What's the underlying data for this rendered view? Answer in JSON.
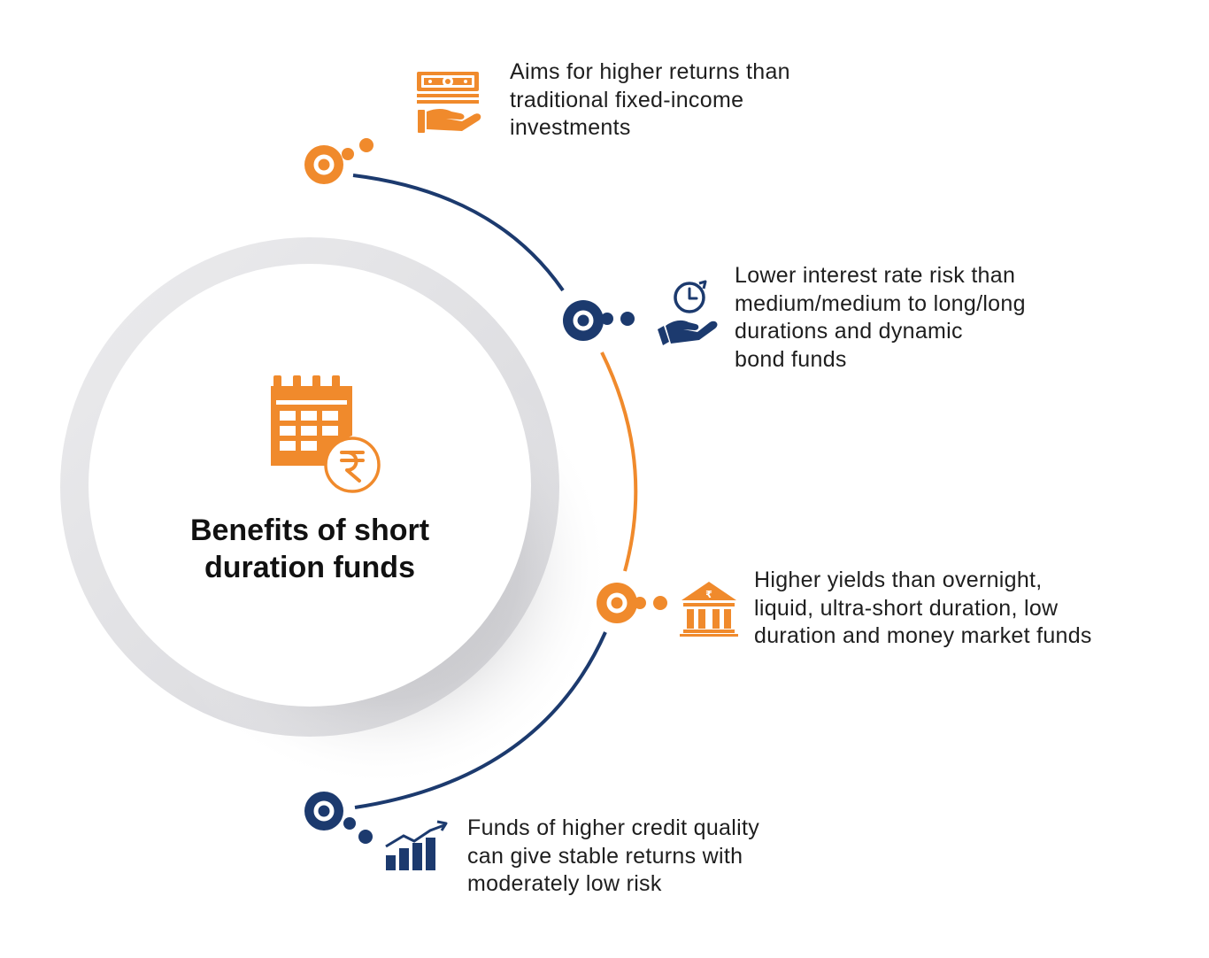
{
  "center": {
    "title_line1": "Benefits of short",
    "title_line2": "duration funds",
    "icon": "calendar-rupee-icon"
  },
  "benefits": [
    {
      "icon": "money-in-hand-icon",
      "color": "#F08A2C",
      "lines": [
        "Aims for higher returns than",
        "traditional fixed-income",
        "investments"
      ]
    },
    {
      "icon": "clock-in-hand-icon",
      "color": "#1C3A6E",
      "lines": [
        "Lower interest rate risk than",
        "medium/medium to long/long",
        "durations and dynamic",
        "bond funds"
      ]
    },
    {
      "icon": "bank-icon",
      "color": "#F08A2C",
      "lines": [
        "Higher yields than overnight,",
        "liquid, ultra-short duration, low",
        "duration and money market funds"
      ]
    },
    {
      "icon": "growth-bar-chart-icon",
      "color": "#1C3A6E",
      "lines": [
        "Funds of higher credit quality",
        "can give stable returns with",
        "moderately low risk"
      ]
    }
  ],
  "colors": {
    "orange": "#F08A2C",
    "navy": "#1C3A6E",
    "ring_grey": "#E4E4E6",
    "text": "#1E1E1E"
  }
}
